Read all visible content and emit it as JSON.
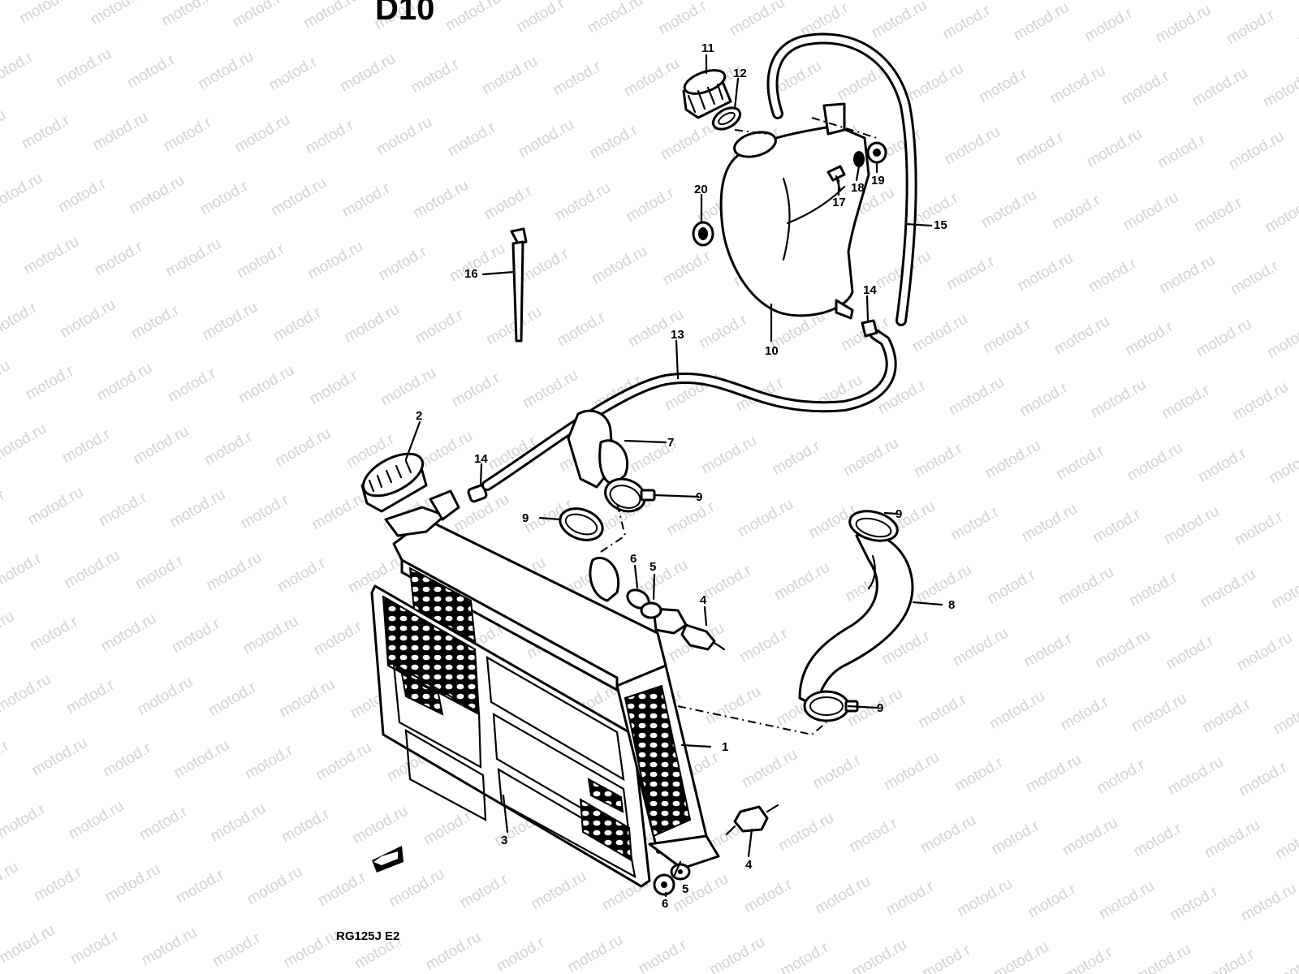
{
  "diagram": {
    "header_code": "D10",
    "model_code": "RG125J E2",
    "watermark_text": "motod.ru",
    "callouts": [
      "1",
      "2",
      "3",
      "4",
      "4",
      "5",
      "5",
      "6",
      "6",
      "7",
      "8",
      "9",
      "9",
      "9",
      "9",
      "10",
      "11",
      "12",
      "13",
      "14",
      "14",
      "15",
      "16",
      "17",
      "18",
      "19",
      "20"
    ],
    "parts": [
      "radiator",
      "radiator-cap",
      "radiator-guard",
      "radiator-mount",
      "reservoir-tank",
      "reservoir-cap",
      "cap-gasket",
      "inlet-hose",
      "outlet-hose",
      "overflow-hose",
      "breather-hose",
      "hose-clamp",
      "dipstick",
      "grommet",
      "bolt",
      "washer"
    ]
  }
}
